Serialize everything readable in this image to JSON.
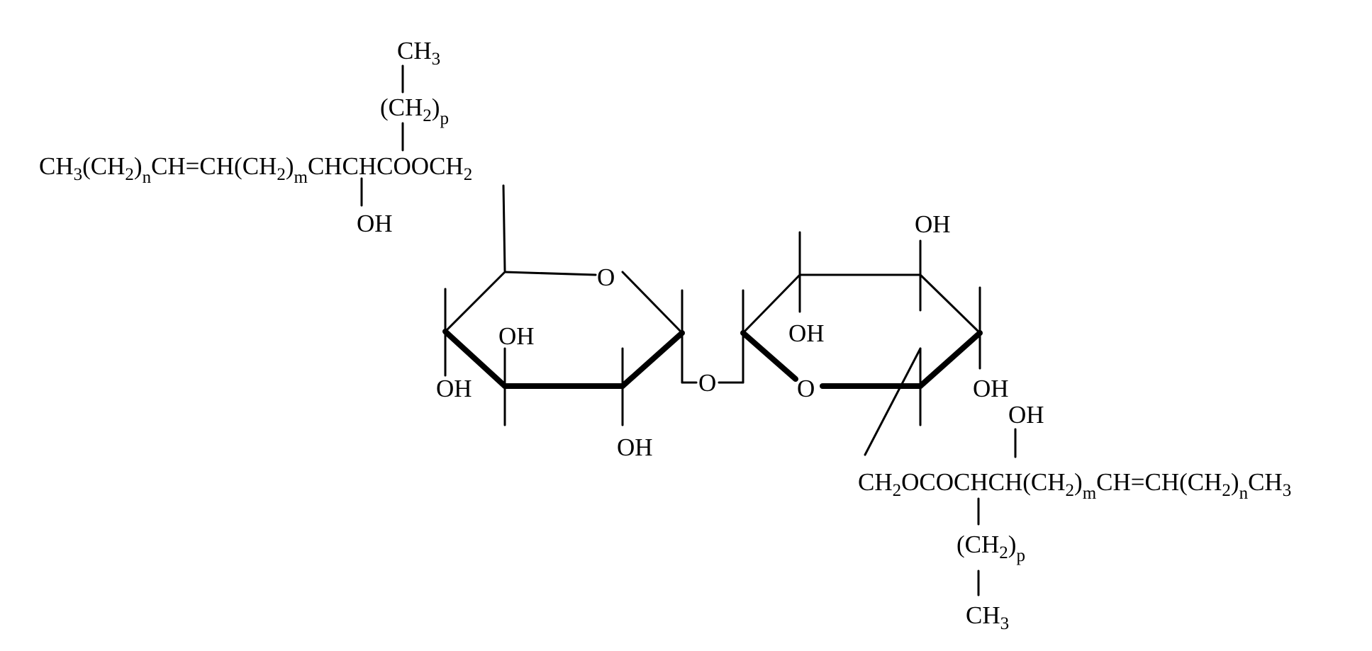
{
  "structure": {
    "top_chain": {
      "ch3": {
        "main": "CH",
        "sub": "3"
      },
      "ch2p": {
        "open": "(CH",
        "sub": "2",
        "close": ")",
        "idx": "p"
      },
      "main_a": "CH",
      "main_a_sub": "3",
      "main_b": "(CH",
      "main_b_sub": "2",
      "main_b_close": ")",
      "main_n": "n",
      "main_c": "CH=CH(CH",
      "main_c_sub": "2",
      "main_c_close": ")",
      "main_m": "m",
      "main_d": "CHCHCOOCH",
      "main_d_sub": "2",
      "oh": "OH"
    },
    "left_ring": {
      "o": "O",
      "oh_upper": "OH",
      "oh_left": "OH",
      "oh_bottom": "OH"
    },
    "bridge_o": "O",
    "right_ring": {
      "o": "O",
      "oh_top": "OH",
      "oh_inner": "OH",
      "oh_right": "OH"
    },
    "bottom_chain": {
      "oh": "OH",
      "main_a": "CH",
      "main_a_sub": "2",
      "main_b": "OCOCHCH(CH",
      "main_b_sub": "2",
      "main_b_close": ")",
      "main_m": "m",
      "main_c": "CH=CH(CH",
      "main_c_sub": "2",
      "main_c_close": ")",
      "main_n": "n",
      "main_d": "CH",
      "main_d_sub": "3",
      "ch2p": {
        "open": "(CH",
        "sub": "2",
        "close": ")",
        "idx": "p"
      },
      "ch3": {
        "main": "CH",
        "sub": "3"
      }
    }
  }
}
